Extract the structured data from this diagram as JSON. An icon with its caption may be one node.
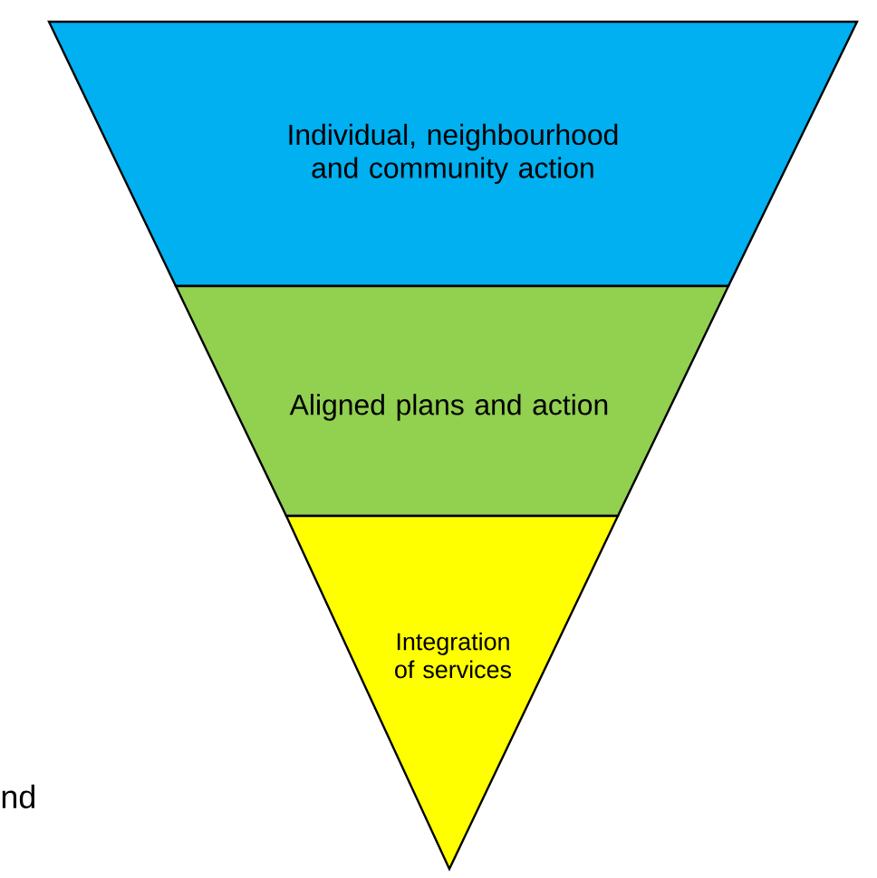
{
  "diagram": {
    "nodes": [
      {
        "text": [
          "Individual, neighbourhood and community action"
        ]
      },
      {
        "text": [
          "Aligned plans and action"
        ]
      },
      {
        "text": [
          "Integration of services"
        ]
      }
    ],
    "labels": [
      "nd"
    ]
  }
}
